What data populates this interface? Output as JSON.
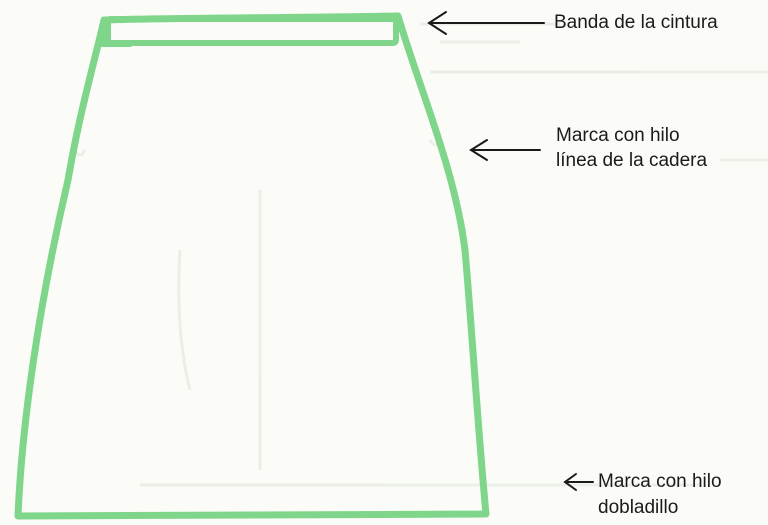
{
  "colors": {
    "skirt_outline": "#7fd68a",
    "faint_ghost_text": "#e4ebe2",
    "label_text": "#1a1a1a",
    "background": "#fbfbf8"
  },
  "labels": {
    "waistband": "Banda de la cintura",
    "hip_line_1": "Marca con hilo",
    "hip_line_2": "línea de la cadera",
    "hem_1": "Marca con hilo",
    "hem_2": "dobladillo"
  }
}
